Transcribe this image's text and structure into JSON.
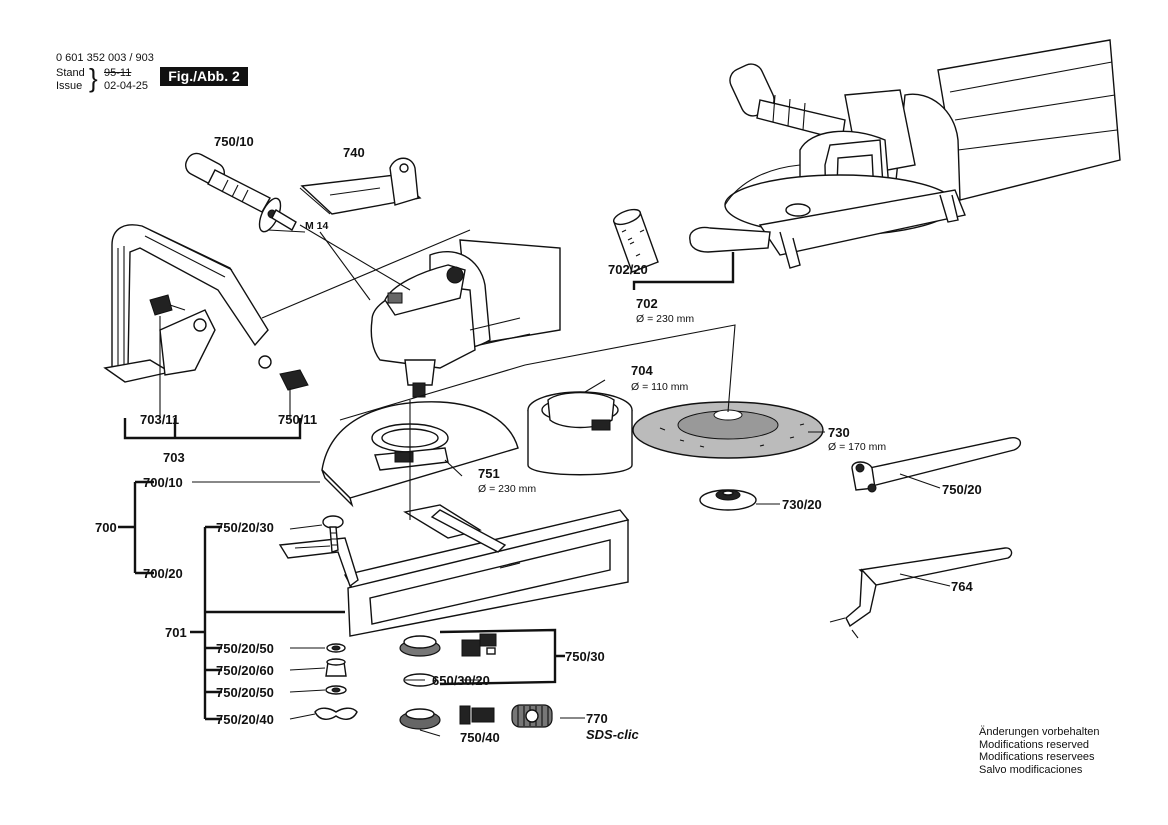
{
  "header": {
    "doc_number": "0 601 352 003 / 903",
    "stand_label": "Stand",
    "stand_value": "95-11",
    "issue_label": "Issue",
    "issue_value": "02-04-25",
    "figure": "Fig./Abb. 2"
  },
  "notes": [
    "Änderungen vorbehalten",
    "Modifications reserved",
    "Modifications reservees",
    "Salvo modificaciones"
  ],
  "labels": {
    "p750_10": "750/10",
    "p740": "740",
    "m14": "M 14",
    "p703_11": "703/11",
    "p750_11": "750/11",
    "p703": "703",
    "p702_20": "702/20",
    "p702": "702",
    "p702_dim": "Ø = 230 mm",
    "p704": "704",
    "p704_dim": "Ø = 110 mm",
    "p730": "730",
    "p730_dim": "Ø = 170 mm",
    "p751": "751",
    "p751_dim": "Ø = 230 mm",
    "p700_10": "700/10",
    "p700": "700",
    "p700_20": "700/20",
    "p750_20_30": "750/20/30",
    "p701": "701",
    "p750_20_50a": "750/20/50",
    "p750_20_60": "750/20/60",
    "p750_20_50b": "750/20/50",
    "p750_20_40": "750/20/40",
    "p730_20": "730/20",
    "p750_20": "750/20",
    "p764": "764",
    "p750_30": "750/30",
    "p650_30_20": "650/30/20",
    "p750_40": "750/40",
    "p770": "770",
    "sds": "SDS-clic"
  }
}
